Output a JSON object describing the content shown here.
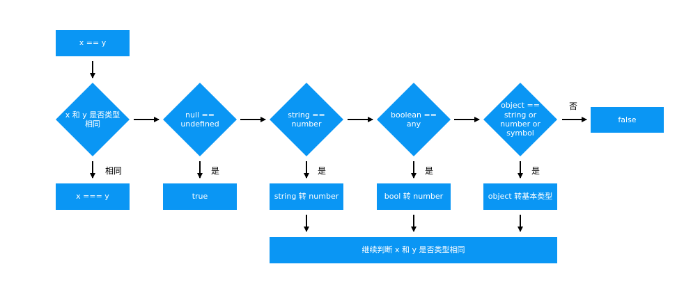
{
  "nodes": {
    "start": "x == y",
    "d1": "x 和 y 是否类型相同",
    "d2": "null == undefined",
    "d3": "string == number",
    "d4": "boolean == any",
    "d5": "object == string or number or symbol",
    "r1": "x === y",
    "r2": "true",
    "r3": "string 转 number",
    "r4": "bool 转 number",
    "r5": "object 转基本类型",
    "false_box": "false",
    "continue_box": "继续判断 x 和 y 是否类型相同"
  },
  "edge_labels": {
    "d1_down": "相同",
    "d2_down": "是",
    "d3_down": "是",
    "d4_down": "是",
    "d5_down": "是",
    "d5_right": "否"
  },
  "colors": {
    "node": "#0a96f4",
    "text": "#ffffff",
    "arrow": "#000000"
  }
}
